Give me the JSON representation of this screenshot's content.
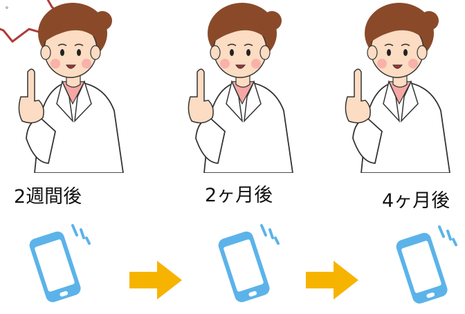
{
  "speech_bubble": {
    "text": "。"
  },
  "timeline": {
    "steps": [
      {
        "label": "2週間後"
      },
      {
        "label": "2ヶ月後"
      },
      {
        "label": "4ヶ月後"
      }
    ]
  },
  "colors": {
    "phone_blue": "#5bb3ea",
    "arrow_orange": "#f6b400",
    "bubble_outline": "#b03a3a",
    "skin": "#fcdcc2",
    "hair": "#8a4a2a",
    "coat": "#ffffff",
    "shirt_pink": "#f5a7a3"
  },
  "icons": [
    "speech-bubble",
    "doctor-illustration",
    "smartphone-vibrating-icon",
    "right-arrow-icon"
  ]
}
